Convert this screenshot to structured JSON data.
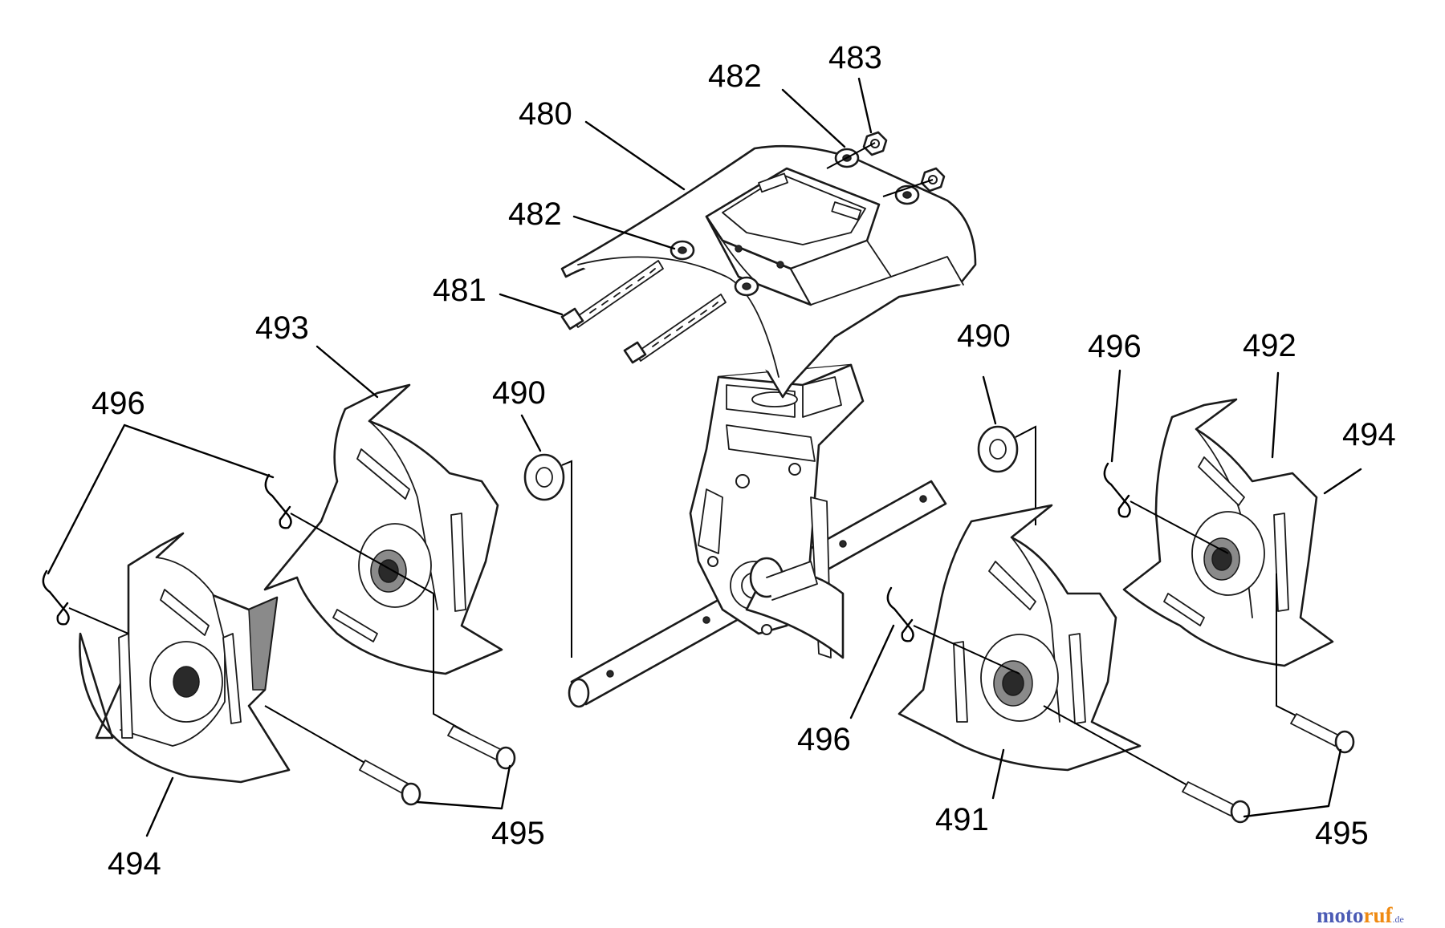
{
  "diagram": {
    "callouts": {
      "c480": "480",
      "c481": "481",
      "c482_top": "482",
      "c482_left": "482",
      "c483": "483",
      "c490_left": "490",
      "c490_right": "490",
      "c491": "491",
      "c492": "492",
      "c493": "493",
      "c494_left": "494",
      "c494_right": "494",
      "c495_left": "495",
      "c495_right": "495",
      "c496_left": "496",
      "c496_right_top": "496",
      "c496_right_bottom": "496"
    }
  },
  "watermark": {
    "brand_a": "moto",
    "brand_b": "ruf",
    "suffix": ".de"
  }
}
